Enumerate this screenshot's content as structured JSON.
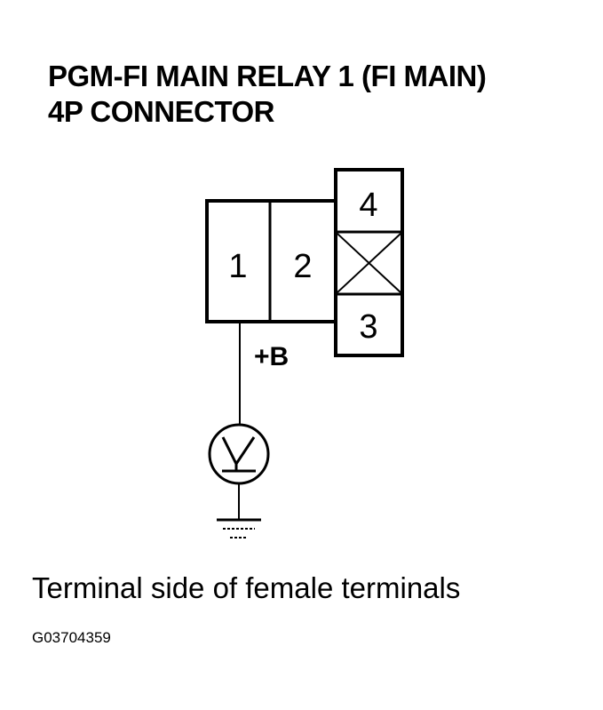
{
  "title": {
    "line1": "PGM-FI MAIN RELAY 1 (FI MAIN)",
    "line2": "4P CONNECTOR"
  },
  "connector": {
    "pins": [
      "1",
      "2",
      "3",
      "4"
    ],
    "probe_label": "+B"
  },
  "caption": "Terminal side of female terminals",
  "figure_code": "G03704359",
  "icons": [
    "voltmeter-icon",
    "ground-icon"
  ]
}
